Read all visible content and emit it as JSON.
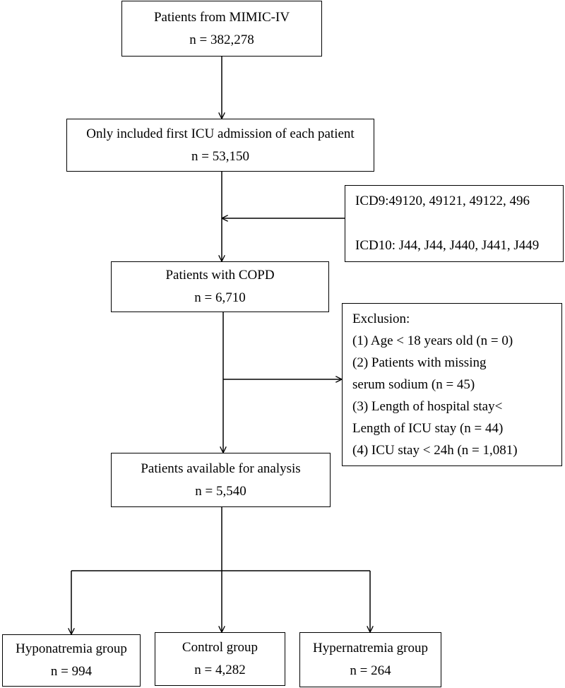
{
  "boxes": {
    "mimic": {
      "title": "Patients from MIMIC-IV",
      "count": "n = 382,278"
    },
    "first_icu": {
      "title": "Only included first ICU admission of each patient",
      "count": "n = 53,150"
    },
    "icd_codes": {
      "icd9": "ICD9:49120, 49121, 49122, 496",
      "icd10": "ICD10: J44, J44, J440, J441, J449"
    },
    "copd": {
      "title": "Patients with COPD",
      "count": "n = 6,710"
    },
    "exclusion": {
      "heading": "Exclusion:",
      "lines": [
        "(1) Age < 18 years old (n = 0)",
        "(2) Patients with missing",
        "serum sodium (n = 45)",
        "(3) Length of hospital stay<",
        "Length of ICU stay (n = 44)",
        "(4) ICU stay < 24h (n = 1,081)"
      ]
    },
    "available": {
      "title": "Patients available for analysis",
      "count": "n = 5,540"
    },
    "hyponatremia": {
      "title": "Hyponatremia group",
      "count": "n = 994"
    },
    "control": {
      "title": "Control group",
      "count": "n = 4,282"
    },
    "hypernatremia": {
      "title": "Hypernatremia group",
      "count": "n = 264"
    }
  }
}
